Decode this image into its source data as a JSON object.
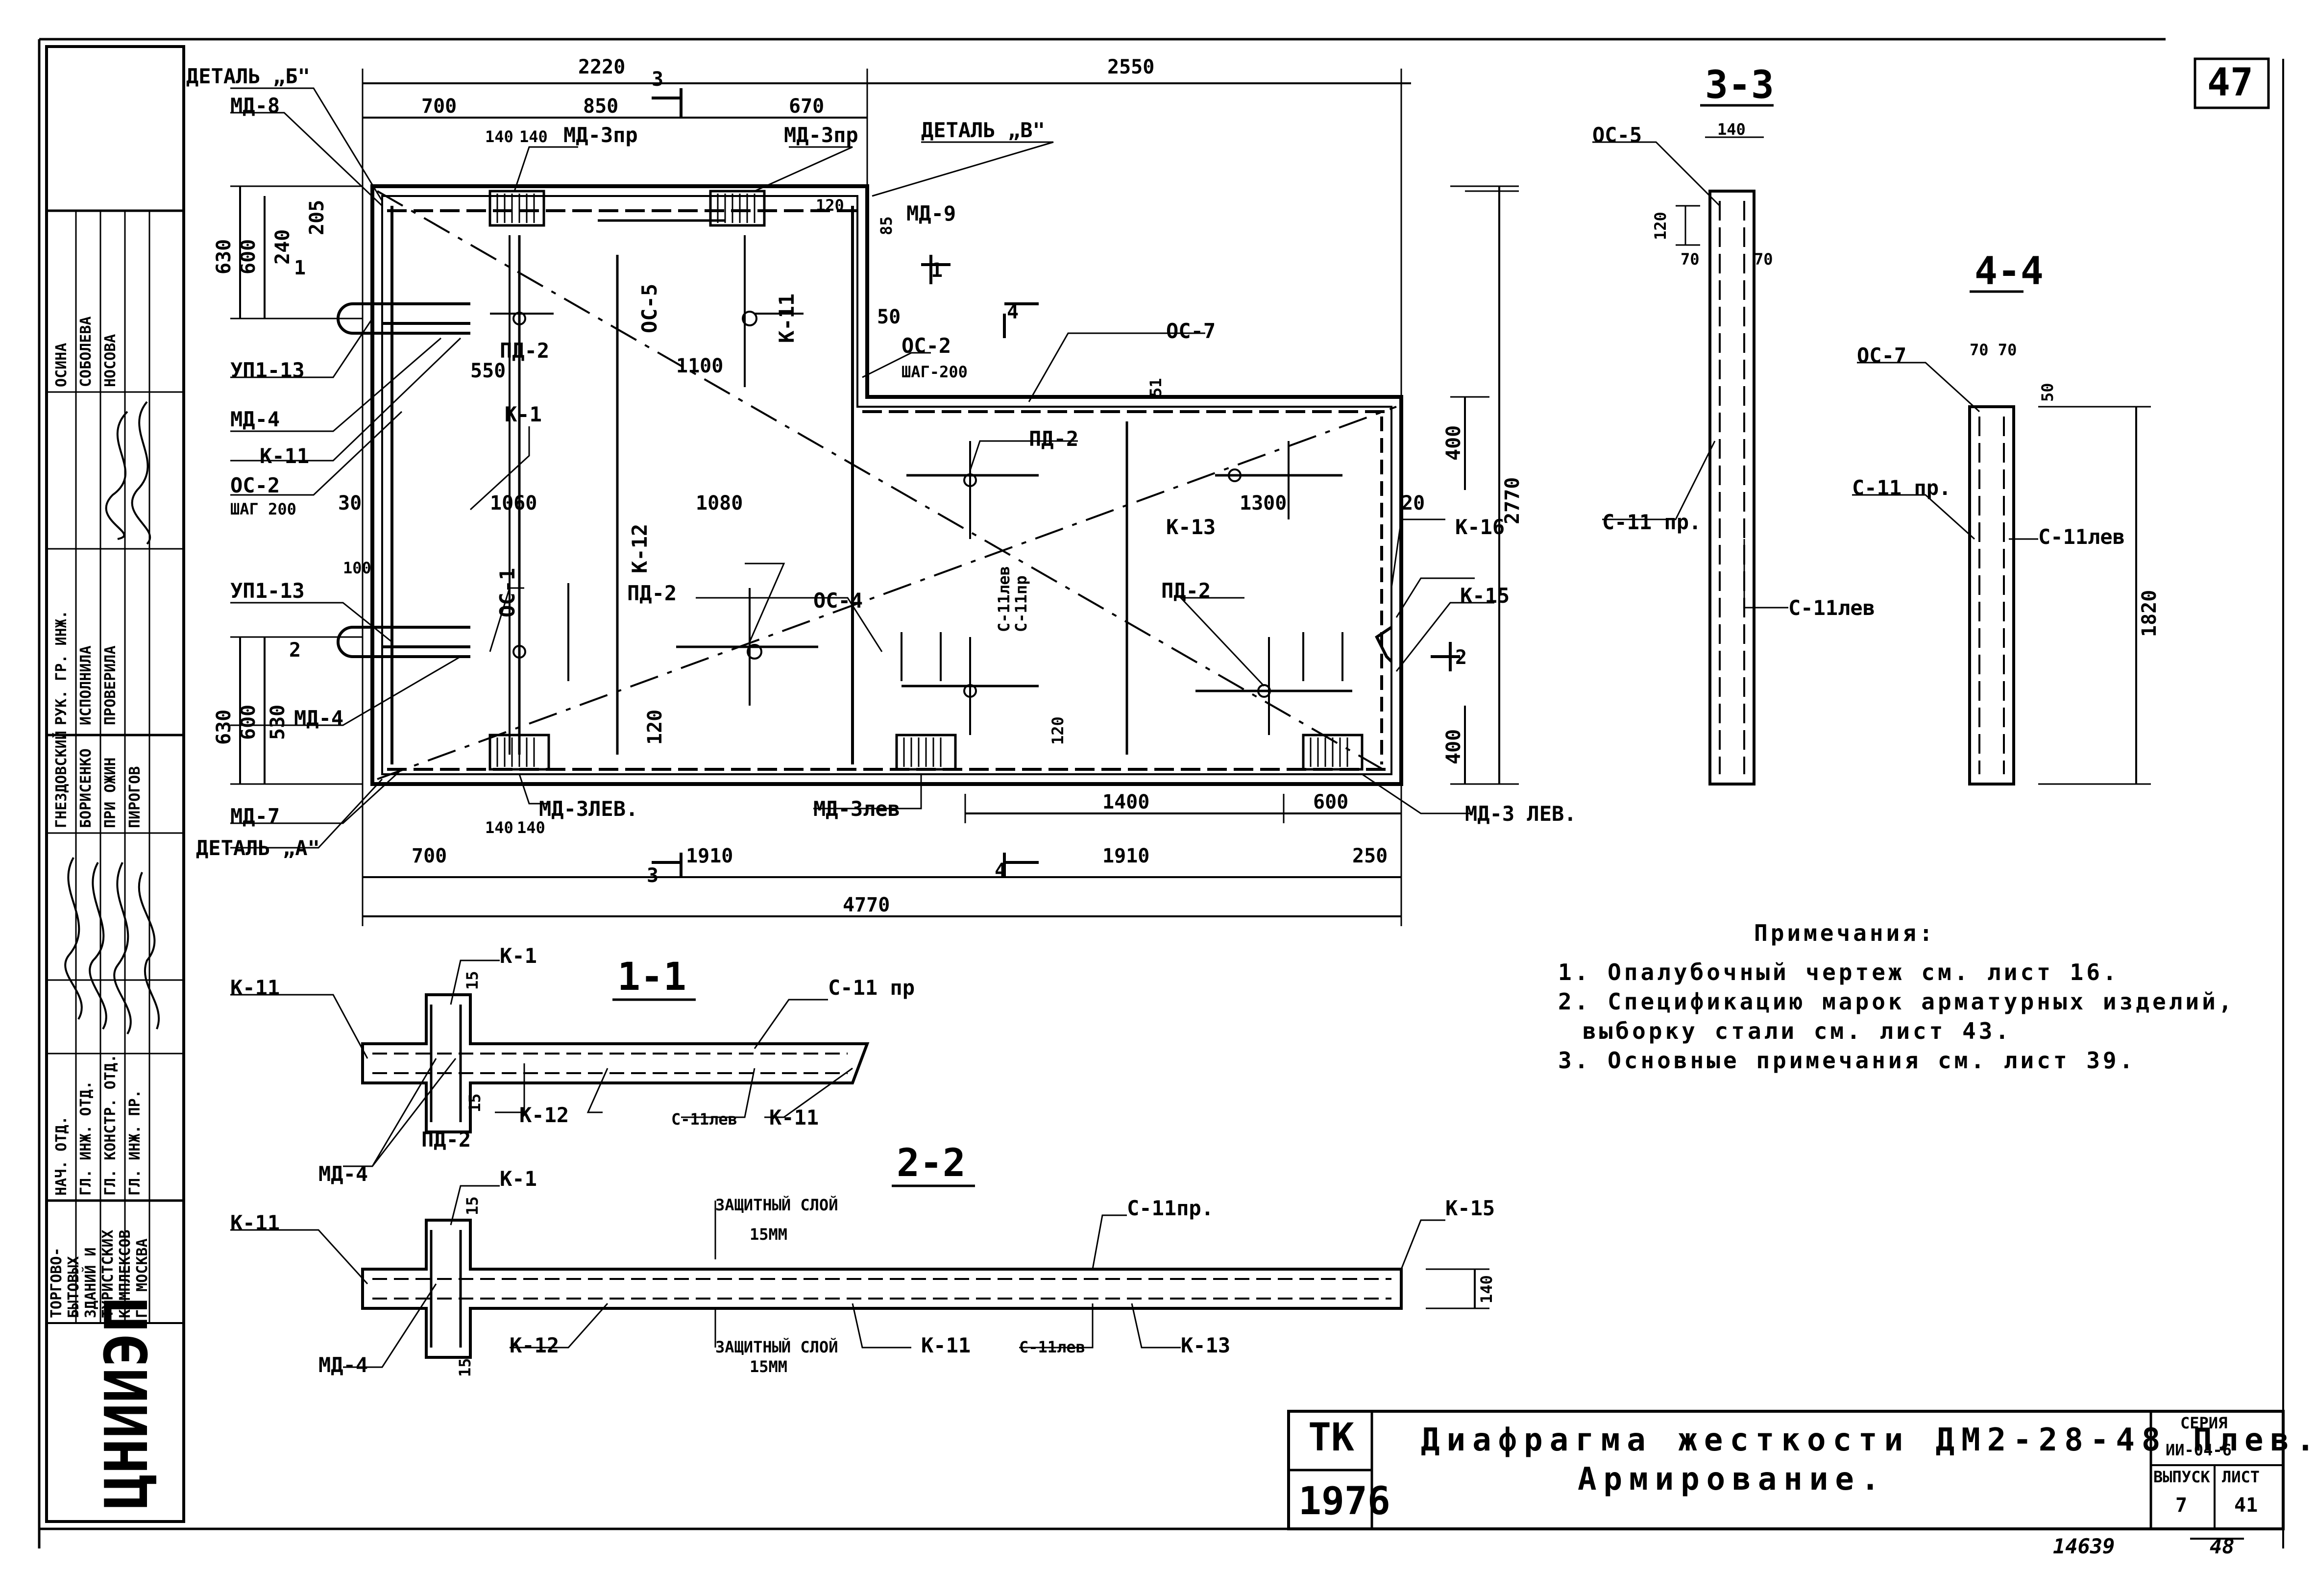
{
  "page": {
    "number": "47",
    "inventory": "14639",
    "footer_sheet": "48"
  },
  "stamp": {
    "names": [
      "ОСИНА",
      "СОБОЛЕВА",
      "НОСОВА",
      "ГНЕЗДОВСКИЙ",
      "БОРИСЕНКО",
      "ПРИ ОЖИН",
      "ПИРОГОВ"
    ],
    "roles": [
      "РУК. ГР. ИНЖ.",
      "ИСПОЛНИЛА",
      "ПРОВЕРИЛА",
      "НАЧ. ОТД.",
      "ГЛ. ИНЖ. ОТД.",
      "ГЛ. КОНСТР. ОТД.",
      "ГЛ. ИНЖ. ПР."
    ],
    "org": [
      "ТОРГОВО-",
      "БЫТОВЫХ",
      "ЗДАНИЙ И",
      "ТУРИСТСКИХ",
      "КОМПЛЕКСОВ",
      "Г. МОСКВА"
    ],
    "logo": "ЦНИИЭП"
  },
  "elevation": {
    "labels": {
      "detail_b": "ДЕТАЛЬ „Б\"",
      "md8": "МД-8",
      "md3pr_a": "МД-3пр",
      "md3pr_b": "МД-3пр",
      "detail_v": "ДЕТАЛЬ „В\"",
      "md9": "МД-9",
      "up1_13_a": "УП1-13",
      "md4_a": "МД-4",
      "k11_a": "К-11",
      "os2_a": "ОС-2",
      "step200_a": "ШАГ 200",
      "up1_13_b": "УП1-13",
      "md4_b": "МД-4",
      "md7": "МД-7",
      "detail_a": "ДЕТАЛЬ „А\"",
      "md3lev_a": "МД-3ЛЕВ.",
      "md3lev_b": "МД-3лев",
      "md3lev_c": "МД-3 ЛЕВ.",
      "pd2_a": "ПД-2",
      "k1": "К-1",
      "pd2_b": "ПД-2",
      "pd2_c": "ПД-2",
      "pd2_d": "ПД-2",
      "os7": "ОС-7",
      "os2_b": "ОС-2",
      "step200_b": "ШАГ-200",
      "k13": "К-13",
      "k16": "К-16",
      "k15": "К-15",
      "os4": "ОС-4",
      "os1": "ОС-1",
      "os5": "ОС-5",
      "k11_b": "К-11",
      "k12": "К-12",
      "s11lev": "С-11лев",
      "s11pr": "С-11пр"
    },
    "dims": {
      "d2220": "2220",
      "d2550": "2550",
      "d700_top": "700",
      "d850": "850",
      "d670": "670",
      "d140a": "140",
      "d140b": "140",
      "d120": "120",
      "sec3_top": "3",
      "sec4_top": "4",
      "sec1_mark": "1",
      "sec2_mark": "2",
      "d630_top": "630",
      "d600_top": "600",
      "d240": "240",
      "d205": "205",
      "sec1_left": "1",
      "d630_bot": "630",
      "d600_bot": "600",
      "d530": "530",
      "sec2_left": "2",
      "d100": "100",
      "d30": "30",
      "d1060": "1060",
      "d1080": "1080",
      "d1300": "1300",
      "d20": "20",
      "d550": "550",
      "d1100": "1100",
      "d50": "50",
      "d85": "85",
      "d51": "51",
      "d120v": "120",
      "d120vb": "120",
      "d400_top": "400",
      "d400_bot": "400",
      "d2770": "2770",
      "d1400": "1400",
      "d600": "600",
      "d140c": "140",
      "d140d": "140",
      "d700_bot": "700",
      "d1910a": "1910",
      "d1910b": "1910",
      "d250": "250",
      "sec3_bot": "3",
      "sec4_bot": "4",
      "d4770": "4770"
    }
  },
  "section33": {
    "title": "3-3",
    "os5": "ОС-5",
    "d140": "140",
    "d120": "120",
    "d70a": "70",
    "d70b": "70",
    "s11pr": "С-11 пр.",
    "s11lev": "С-11лев"
  },
  "section44": {
    "title": "4-4",
    "os7": "ОС-7",
    "d7070": "70 70",
    "d50": "50",
    "s11pr": "С-11 пр.",
    "s11lev": "С-11лев",
    "d1820": "1820"
  },
  "section11": {
    "title": "1-1",
    "k11_a": "К-11",
    "k1": "К-1",
    "s11pr": "С-11 пр",
    "d15a": "15",
    "d15b": "15",
    "pd2": "ПД-2",
    "k12": "К-12",
    "s11lev": "С-11лев",
    "k11_b": "К-11",
    "md4": "МД-4"
  },
  "section22": {
    "title": "2-2",
    "k11_a": "К-11",
    "k1": "К-1",
    "cover_top": "ЗАЩИТНЫЙ СЛОЙ",
    "cover_top_mm": "15ММ",
    "s11pr": "С-11пр.",
    "k15": "К-15",
    "d140": "140",
    "d15a": "15",
    "d15b": "15",
    "k12": "К-12",
    "cover_bot": "ЗАЩИТНЫЙ СЛОЙ",
    "cover_bot_mm": "15ММ",
    "k11_b": "К-11",
    "s11lev": "С-11лев",
    "k13": "К-13",
    "md4": "МД-4"
  },
  "notes": {
    "title": "Примечания:",
    "items": [
      "1. Опалубочный чертеж см. лист 16.",
      "2. Спецификацию марок арматурных изделий,",
      "выборку стали см. лист 43.",
      "3. Основные примечания см. лист 39."
    ]
  },
  "title_block": {
    "code": "ТК",
    "year": "1976",
    "title": "Диафрагма жесткости ДМ2-28-48 Плев.",
    "subtitle": "Армирование.",
    "series_label": "СЕРИЯ",
    "series": "ИИ-04-6",
    "issue_label": "ВЫПУСК",
    "sheet_label": "ЛИСТ",
    "issue": "7",
    "sheet": "41"
  }
}
